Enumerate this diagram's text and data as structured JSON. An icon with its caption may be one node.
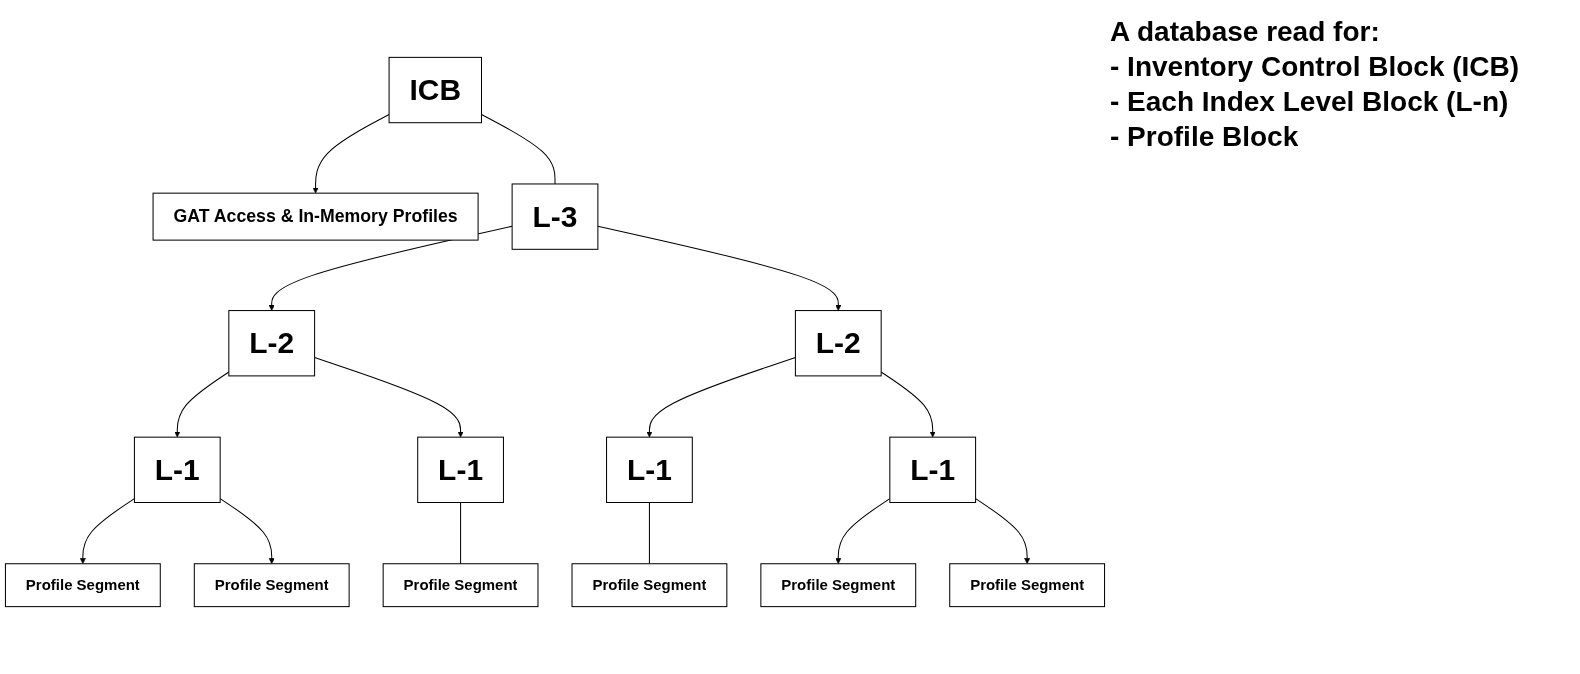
{
  "diagram": {
    "nodes": [
      {
        "text": [
          "ICB"
        ]
      },
      {
        "text": [
          "GAT Access & In-Memory Profiles"
        ]
      },
      {
        "text": [
          "L-3"
        ]
      },
      {
        "text": [
          "L-2"
        ]
      },
      {
        "text": [
          "L-2"
        ]
      },
      {
        "text": [
          "L-1"
        ]
      },
      {
        "text": [
          "L-1"
        ]
      },
      {
        "text": [
          "L-1"
        ]
      },
      {
        "text": [
          "L-1"
        ]
      },
      {
        "text": [
          "Profile Segment"
        ]
      },
      {
        "text": [
          "Profile Segment"
        ]
      },
      {
        "text": [
          "Profile Segment"
        ]
      },
      {
        "text": [
          "Profile Segment"
        ]
      },
      {
        "text": [
          "Profile Segment"
        ]
      },
      {
        "text": [
          "Profile Segment"
        ]
      }
    ],
    "edges": [
      {
        "from": 0,
        "to": 2,
        "arrow": "none"
      },
      {
        "from": 0,
        "to": 1,
        "arrow": "to"
      },
      {
        "from": 2,
        "to": 3,
        "arrow": "to"
      },
      {
        "from": 2,
        "to": 4,
        "arrow": "to"
      },
      {
        "from": 3,
        "to": 5,
        "arrow": "to"
      },
      {
        "from": 3,
        "to": 6,
        "arrow": "to"
      },
      {
        "from": 4,
        "to": 7,
        "arrow": "to"
      },
      {
        "from": 4,
        "to": 8,
        "arrow": "to"
      },
      {
        "from": 5,
        "to": 9,
        "arrow": "to"
      },
      {
        "from": 5,
        "to": 10,
        "arrow": "to"
      },
      {
        "from": 6,
        "to": 11,
        "arrow": "none"
      },
      {
        "from": 7,
        "to": 12,
        "arrow": "none"
      },
      {
        "from": 8,
        "to": 13,
        "arrow": "to"
      },
      {
        "from": 8,
        "to": 14,
        "arrow": "to"
      }
    ],
    "labels": [
      "A database read for:",
      "- Inventory Control Block (ICB)",
      "- Each Index Level Block (L-n)",
      "- Profile Block"
    ]
  }
}
